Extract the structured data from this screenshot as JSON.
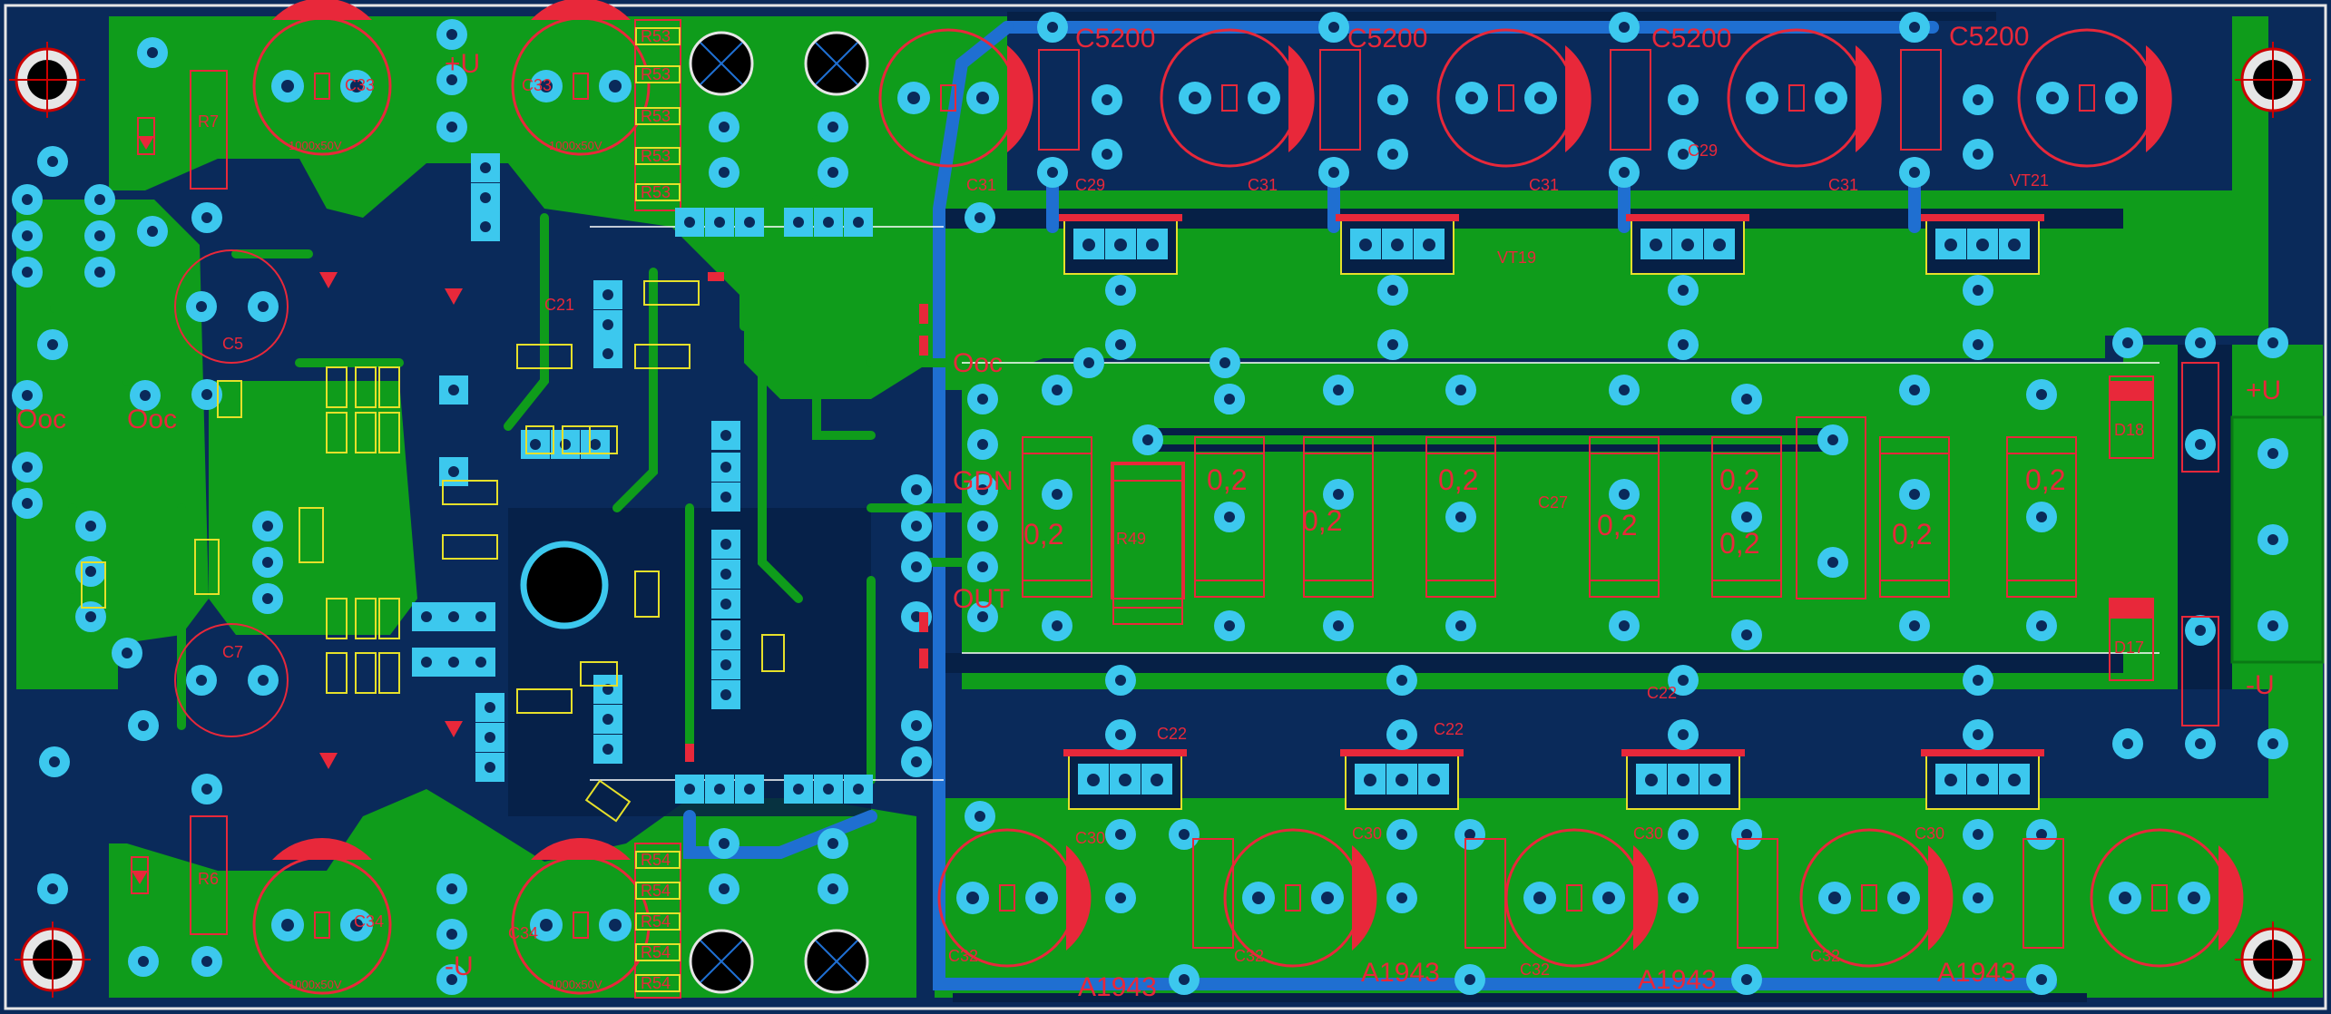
{
  "colors": {
    "background": "#0a2a5a",
    "copper": "#0f9c1b",
    "copper_edge": "#0a7a14",
    "pad": "#3cc8ee",
    "drill": "#0a2a5a",
    "silk": "#e8283a",
    "silk_yellow": "#e6e02a",
    "trace_blue": "#1f6fd1",
    "board_edge": "#e6e6e6",
    "trace_dark": "#062046",
    "white_line": "#ffffff"
  },
  "labels": {
    "c5200_1": "C5200",
    "c5200_2": "C5200",
    "c5200_3": "C5200",
    "c5200_4": "C5200",
    "a1943_1": "A1943",
    "a1943_2": "A1943",
    "a1943_3": "A1943",
    "a1943_4": "A1943",
    "c33_1": "C33",
    "c33_2": "C33",
    "c34_1": "C34",
    "c34_2": "C34",
    "plus_u_left": "+U",
    "minus_u_left": "-U",
    "plus_u_right": "+U",
    "minus_u_right": "-U",
    "gdn": "GDN",
    "out": "OUT",
    "oos_left": "Ooc",
    "oos_left2": "Ooc",
    "oos_mid": "Ooc",
    "c21": "C21",
    "c5": "C5",
    "c7": "C7",
    "c27": "C27",
    "r49": "R49",
    "r7": "R7",
    "r6": "R6",
    "d18": "D18",
    "d17": "D17",
    "vt19": "VT19",
    "vt21": "VT21",
    "c31_1": "C31",
    "c31_2": "C31",
    "c31_3": "C31",
    "c31_4": "C31",
    "c32_1": "C32",
    "c32_2": "C32",
    "c32_3": "C32",
    "c32_4": "C32",
    "c29_1": "C29",
    "c29_2": "C29",
    "c30_1": "C30",
    "c30_2": "C30",
    "c30_3": "C30",
    "c30_4": "C30",
    "c22_1": "C22",
    "c22_2": "C22",
    "c22_3": "C22",
    "r53_1": "R53",
    "r53_2": "R53",
    "r53_3": "R53",
    "r53_4": "R53",
    "r53_5": "R53",
    "r54_1": "R54",
    "r54_2": "R54",
    "r54_3": "R54",
    "r54_4": "R54",
    "r54_5": "R54",
    "res_02_1": "0,2",
    "res_02_2": "0,2",
    "res_02_3": "0,2",
    "res_02_4": "0,2",
    "res_02_5": "0,2",
    "res_02_6": "0,2",
    "res_02_7": "0,2",
    "res_02_8": "0,2",
    "res_02_9": "0,2",
    "cap_rating_1": "1000x50V",
    "cap_rating_2": "1000x50V",
    "cap_rating_3": "1000x50V",
    "cap_rating_4": "1000x50V"
  }
}
